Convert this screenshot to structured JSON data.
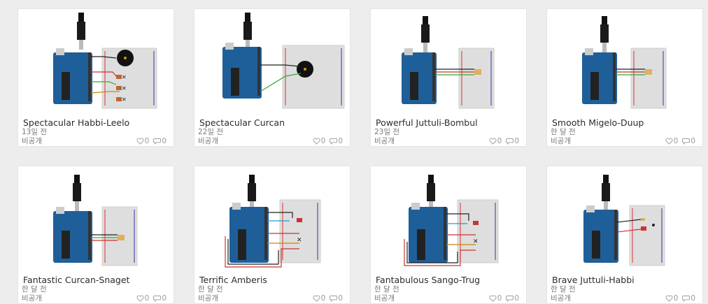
{
  "projects": [
    {
      "title": "Spectacular Habbi-Leelo",
      "age": "13일 전",
      "visibility": "비공개",
      "likes": "0",
      "comments": "0"
    },
    {
      "title": "Spectacular Curcan",
      "age": "22일 전",
      "visibility": "비공개",
      "likes": "0",
      "comments": "0"
    },
    {
      "title": "Powerful Juttuli-Bombul",
      "age": "23일 전",
      "visibility": "비공개",
      "likes": "0",
      "comments": "0"
    },
    {
      "title": "Smooth Migelo-Duup",
      "age": "한 달 전",
      "visibility": "비공개",
      "likes": "0",
      "comments": "0"
    },
    {
      "title": "Fantastic Curcan-Snaget",
      "age": "한 달 전",
      "visibility": "비공개",
      "likes": "0",
      "comments": "0"
    },
    {
      "title": "Terrific Amberis",
      "age": "한 달 전",
      "visibility": "비공개",
      "likes": "0",
      "comments": "0"
    },
    {
      "title": "Fantabulous Sango-Trug",
      "age": "한 달 전",
      "visibility": "비공개",
      "likes": "0",
      "comments": "0"
    },
    {
      "title": "Brave Juttuli-Habbi",
      "age": "한 달 전",
      "visibility": "비공개",
      "likes": "0",
      "comments": "0"
    }
  ],
  "icons": {
    "like": "heart-icon",
    "comment": "comment-icon"
  },
  "colors": {
    "arduino": "#1f5f99",
    "breadboard": "#d9d9d9",
    "card": "#ffffff",
    "background": "#ededed"
  }
}
